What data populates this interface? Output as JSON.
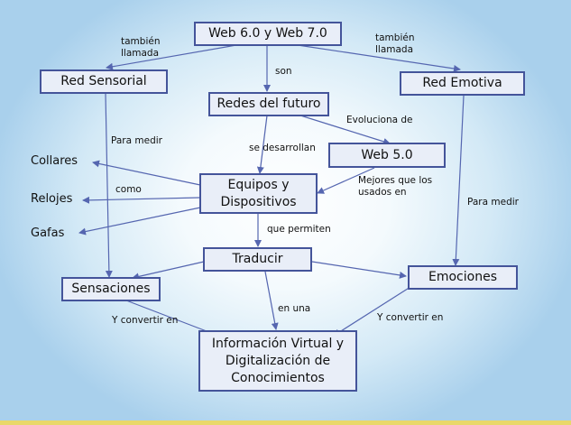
{
  "nodes": {
    "web67": "Web 6.0 y Web 7.0",
    "red_sensorial": "Red Sensorial",
    "red_emotiva": "Red Emotiva",
    "redes_futuro": "Redes del futuro",
    "web5": "Web 5.0",
    "equipos": "Equipos y\nDispositivos",
    "collares": "Collares",
    "relojes": "Relojes",
    "gafas": "Gafas",
    "traducir": "Traducir",
    "sensaciones": "Sensaciones",
    "emociones": "Emociones",
    "informacion": "Información Virtual y\nDigitalización de\nConocimientos"
  },
  "labels": {
    "tambien_left": "también\nllamada",
    "tambien_right": "también\nllamada",
    "son": "son",
    "evoluciona": "Evoluciona de",
    "para_medir_left": "Para medir",
    "para_medir_right": "Para medir",
    "se_desarrollan": "se desarrollan",
    "como": "como",
    "mejores": "Mejores que los\nusados en",
    "que_permiten": "que permiten",
    "en_una": "en una",
    "convertir_left": "Y convertir en",
    "convertir_right": "Y convertir en"
  },
  "colors": {
    "edge": "#5566b0",
    "box_border": "#44549a",
    "box_fill": "#e9eef8"
  }
}
